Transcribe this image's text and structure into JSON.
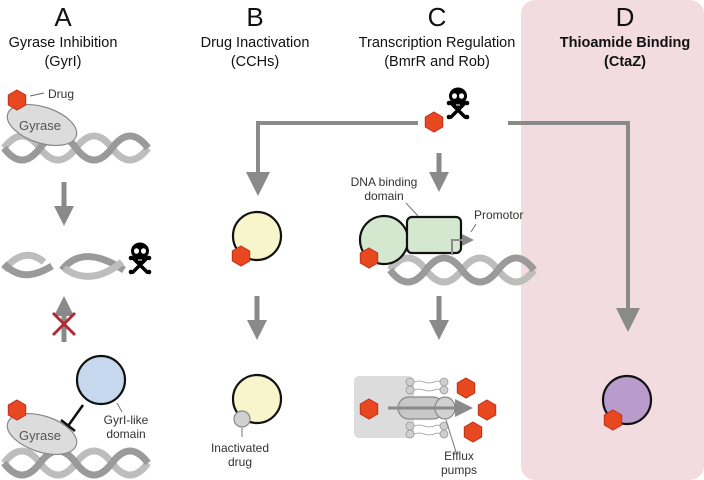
{
  "figure": {
    "background_highlight_color": "#f2dcdf",
    "drug_color": "#e8481f",
    "arrow_color": "#8a8a8a",
    "panels": [
      {
        "letter": "A",
        "title_line1": "Gyrase Inhibition",
        "title_line2": "(GyrI)",
        "labels": {
          "drug": "Drug",
          "gyrase_top": "Gyrase",
          "gyrase_bottom": "Gyrase",
          "gyri_like_line1": "GyrI-like",
          "gyri_like_line2": "domain"
        },
        "colors": {
          "gyri_domain": "#c5d8ee",
          "gyrase": "#dcdcdc"
        }
      },
      {
        "letter": "B",
        "title_line1": "Drug Inactivation",
        "title_line2": "(CCHs)",
        "labels": {
          "inactivated_line1": "Inactivated",
          "inactivated_line2": "drug"
        },
        "colors": {
          "protein": "#f8f4cc",
          "inactivated_drug": "#d0d0d0"
        }
      },
      {
        "letter": "C",
        "title_line1": "Transcription Regulation",
        "title_line2": "(BmrR and Rob)",
        "labels": {
          "dna_binding_line1": "DNA binding",
          "dna_binding_line2": "domain",
          "promotor": "Promotor",
          "efflux_line1": "Efflux",
          "efflux_line2": "pumps"
        },
        "colors": {
          "protein": "#d4e8d0"
        }
      },
      {
        "letter": "D",
        "title_line1": "Thioamide Binding",
        "title_line2": "(CtaZ)",
        "highlighted": true,
        "colors": {
          "protein": "#b99ccb"
        }
      }
    ],
    "icons": [
      "drug-hexagon-icon",
      "skull-crossbones-icon",
      "blocked-arrow-x-icon",
      "dna-helix-icon",
      "inhibition-tbar-icon"
    ]
  }
}
